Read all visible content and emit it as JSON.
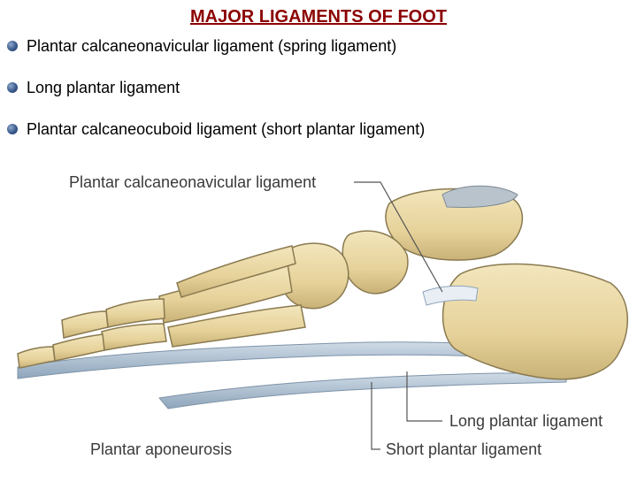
{
  "title": "MAJOR LIGAMENTS OF FOOT",
  "bullets": [
    "Plantar calcaneonavicular ligament (spring ligament)",
    "Long plantar ligament",
    "Plantar calcaneocuboid ligament (short plantar ligament)"
  ],
  "figure": {
    "labels": {
      "spring": "Plantar calcaneonavicular ligament",
      "long": "Long plantar ligament",
      "aponeurosis": "Plantar aponeurosis",
      "short": "Short plantar ligament"
    }
  },
  "colors": {
    "title": "#8b0000",
    "bone": "#ead9a6",
    "ligament": "#a9bccf",
    "bullet": "#3a5a8c"
  }
}
